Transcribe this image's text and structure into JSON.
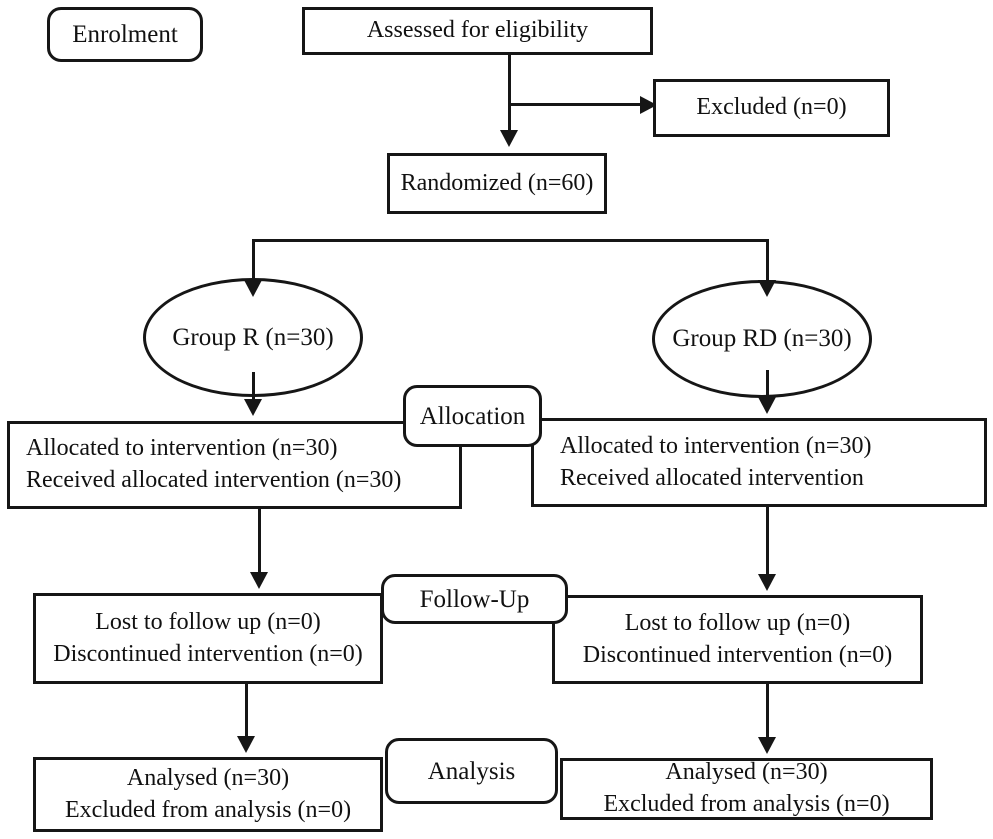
{
  "flowchart": {
    "stage_labels": {
      "enrolment": "Enrolment",
      "allocation": "Allocation",
      "follow_up": "Follow-Up",
      "analysis": "Analysis"
    },
    "enrolment": {
      "assessed": "Assessed for eligibility",
      "excluded": "Excluded (n=0)",
      "randomized": "Randomized (n=60)"
    },
    "groups": {
      "left": "Group R (n=30)",
      "right": "Group RD (n=30)"
    },
    "allocation": {
      "left": {
        "line1": "Allocated to intervention (n=30)",
        "line2": "Received allocated intervention (n=30)"
      },
      "right": {
        "line1": "Allocated to intervention (n=30)",
        "line2": "Received allocated intervention"
      }
    },
    "follow_up": {
      "left": {
        "line1": "Lost to follow up (n=0)",
        "line2": "Discontinued intervention (n=0)"
      },
      "right": {
        "line1": "Lost to follow up (n=0)",
        "line2": "Discontinued intervention (n=0)"
      }
    },
    "analysis": {
      "left": {
        "line1": "Analysed (n=30)",
        "line2": "Excluded from analysis (n=0)"
      },
      "right": {
        "line1": "Analysed (n=30)",
        "line2": "Excluded from analysis (n=0)"
      }
    },
    "colors": {
      "ink": "#161616",
      "background": "#ffffff"
    }
  }
}
